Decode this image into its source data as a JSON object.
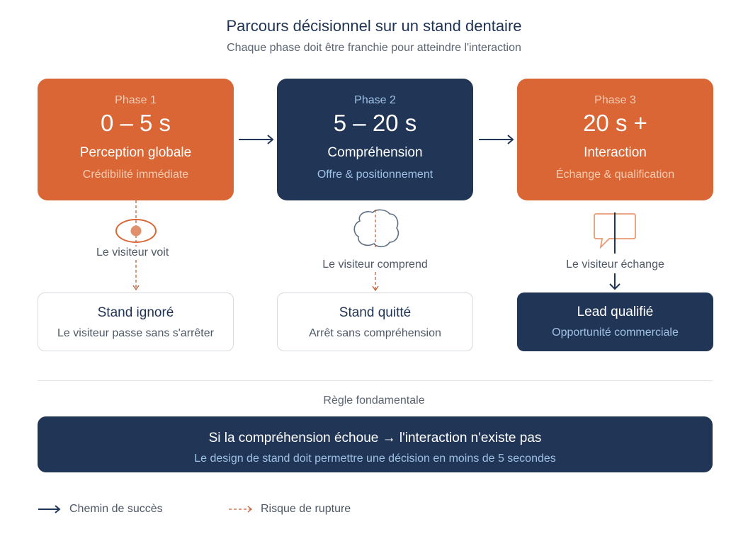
{
  "header": {
    "title": "Parcours décisionnel sur un stand dentaire",
    "subtitle": "Chaque phase doit être franchie pour atteindre l'interaction"
  },
  "phases": [
    {
      "label": "Phase 1",
      "time": "0 – 5 s",
      "name": "Perception globale",
      "description": "Crédibilité immédiate",
      "color": "#d96634"
    },
    {
      "label": "Phase 2",
      "time": "5 – 20 s",
      "name": "Compréhension",
      "description": "Offre & positionnement",
      "color": "#213656"
    },
    {
      "label": "Phase 3",
      "time": "20 s +",
      "name": "Interaction",
      "description": "Échange & qualification",
      "color": "#d96634"
    }
  ],
  "actions": [
    {
      "label": "Le visiteur voit",
      "icon": "eye-icon"
    },
    {
      "label": "Le visiteur comprend",
      "icon": "thought-cloud-icon"
    },
    {
      "label": "Le visiteur échange",
      "icon": "speech-bubble-icon"
    }
  ],
  "outcomes": [
    {
      "title": "Stand ignoré",
      "description": "Le visiteur passe sans s'arrêter"
    },
    {
      "title": "Stand quitté",
      "description": "Arrêt sans compréhension"
    },
    {
      "title": "Lead qualifié",
      "description": "Opportunité commerciale"
    }
  ],
  "rule": {
    "label": "Règle fondamentale",
    "main": "Si la compréhension échoue → l'interaction n'existe pas",
    "sub": "Le design de stand doit permettre une décision en moins de 5 secondes"
  },
  "legend": {
    "success": "Chemin de succès",
    "risk": "Risque de rupture"
  },
  "colors": {
    "navy": "#213656",
    "orange": "#d96634",
    "light_blue": "#9ec1e6",
    "peach": "#f7cbb2",
    "gray_text": "#4e5866"
  }
}
